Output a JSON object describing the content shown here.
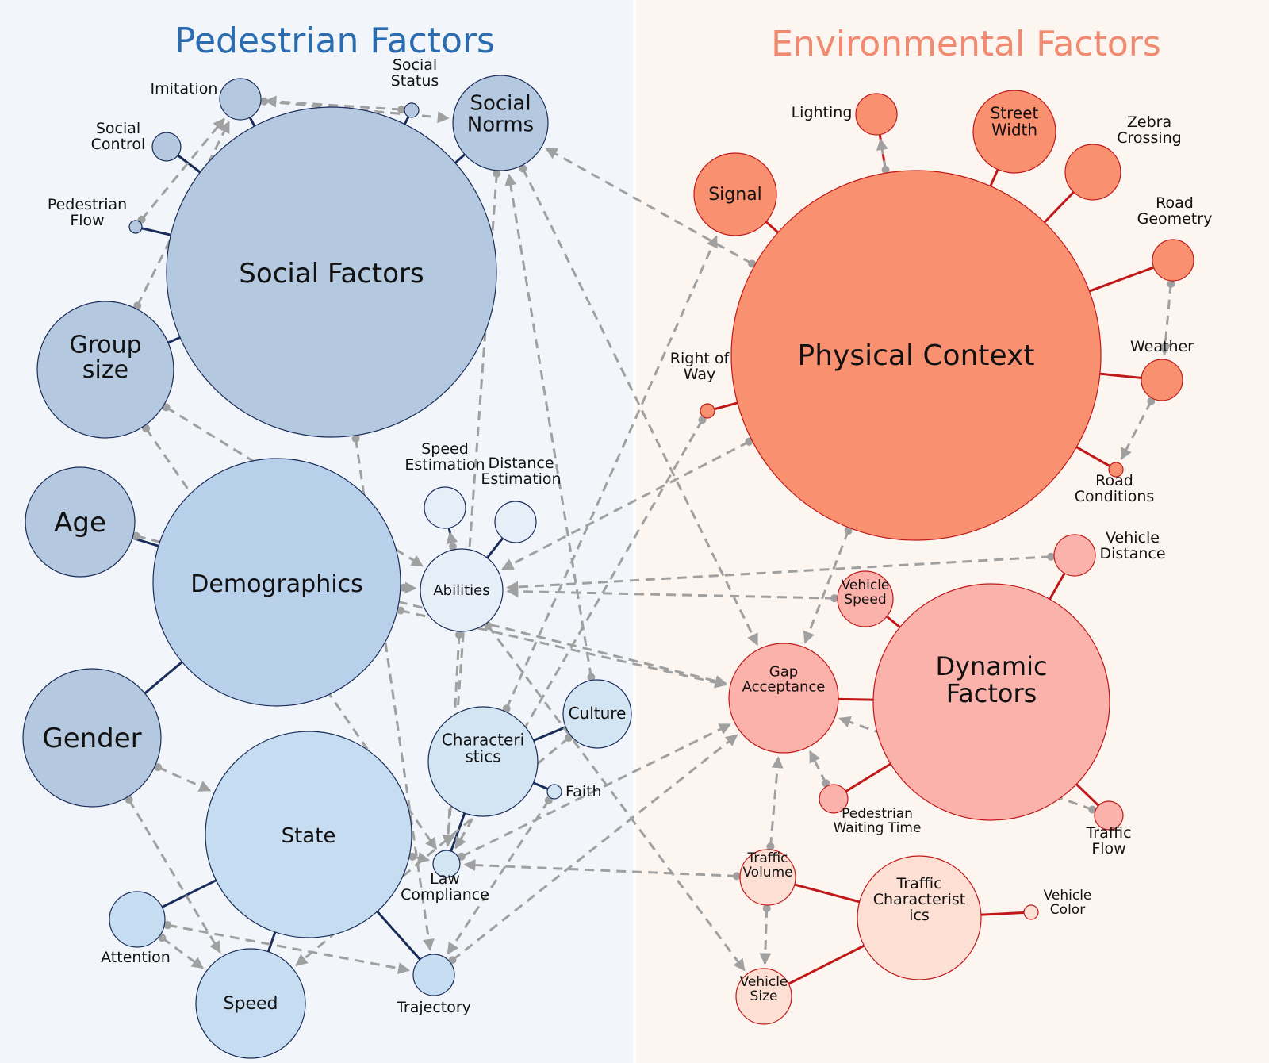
{
  "panels": {
    "pedestrian": {
      "title": "Pedestrian Factors",
      "title_color": "#2b6cb0",
      "background": "#f2f6fa"
    },
    "environmental": {
      "title": "Environmental Factors",
      "title_color": "#f08a70",
      "background": "#fdf5f0"
    }
  },
  "colors": {
    "ped_social": "#b4c8e0",
    "ped_demographics": "#b9d0ea",
    "ped_state": "#c6dcf0",
    "ped_abilities": "#e6eef7",
    "ped_characteristics": "#d3e4f2",
    "ped_stroke": "#1a2c5a",
    "env_physical": "#f9906f",
    "env_dynamic": "#fbb2ab",
    "env_traffic": "#fde0d3",
    "env_stroke": "#c01818",
    "edge_dashed": "#a0a0a0"
  },
  "nodes": [
    {
      "id": "social_factors",
      "label": "Social Factors",
      "group": "ped_social"
    },
    {
      "id": "imitation",
      "label": "Imitation",
      "group": "ped_social"
    },
    {
      "id": "social_status",
      "label": "Social Status",
      "group": "ped_social"
    },
    {
      "id": "social_norms",
      "label": "Social Norms",
      "group": "ped_social"
    },
    {
      "id": "social_control",
      "label": "Social Control",
      "group": "ped_social"
    },
    {
      "id": "pedestrian_flow",
      "label": "Pedestrian Flow",
      "group": "ped_social"
    },
    {
      "id": "group_size",
      "label": "Group size",
      "group": "ped_social"
    },
    {
      "id": "demographics",
      "label": "Demographics",
      "group": "ped_demographics"
    },
    {
      "id": "age",
      "label": "Age",
      "group": "ped_social"
    },
    {
      "id": "gender",
      "label": "Gender",
      "group": "ped_social"
    },
    {
      "id": "state",
      "label": "State",
      "group": "ped_state"
    },
    {
      "id": "attention",
      "label": "Attention",
      "group": "ped_state"
    },
    {
      "id": "speed",
      "label": "Speed",
      "group": "ped_state"
    },
    {
      "id": "trajectory",
      "label": "Trajectory",
      "group": "ped_state"
    },
    {
      "id": "abilities",
      "label": "Abilities",
      "group": "ped_abilities"
    },
    {
      "id": "speed_estimation",
      "label": "Speed Estimation",
      "group": "ped_abilities"
    },
    {
      "id": "distance_estimation",
      "label": "Distance Estimation",
      "group": "ped_abilities"
    },
    {
      "id": "characteristics",
      "label": "Characteristics",
      "group": "ped_characteristics"
    },
    {
      "id": "culture",
      "label": "Culture",
      "group": "ped_characteristics"
    },
    {
      "id": "faith",
      "label": "Faith",
      "group": "ped_characteristics"
    },
    {
      "id": "law_compliance",
      "label": "Law Compliance",
      "group": "ped_characteristics"
    },
    {
      "id": "physical_context",
      "label": "Physical Context",
      "group": "env_physical"
    },
    {
      "id": "lighting",
      "label": "Lighting",
      "group": "env_physical"
    },
    {
      "id": "street_width",
      "label": "Street Width",
      "group": "env_physical"
    },
    {
      "id": "zebra_crossing",
      "label": "Zebra Crossing",
      "group": "env_physical"
    },
    {
      "id": "signal",
      "label": "Signal",
      "group": "env_physical"
    },
    {
      "id": "road_geometry",
      "label": "Road Geometry",
      "group": "env_physical"
    },
    {
      "id": "weather",
      "label": "Weather",
      "group": "env_physical"
    },
    {
      "id": "right_of_way",
      "label": "Right of Way",
      "group": "env_physical"
    },
    {
      "id": "road_conditions",
      "label": "Road Conditions",
      "group": "env_physical"
    },
    {
      "id": "dynamic_factors",
      "label": "Dynamic Factors",
      "group": "env_dynamic"
    },
    {
      "id": "vehicle_distance",
      "label": "Vehicle Distance",
      "group": "env_dynamic"
    },
    {
      "id": "vehicle_speed",
      "label": "Vehicle Speed",
      "group": "env_dynamic"
    },
    {
      "id": "gap_acceptance",
      "label": "Gap Acceptance",
      "group": "env_dynamic"
    },
    {
      "id": "pedestrian_waiting_time",
      "label": "Pedestrian Waiting Time",
      "group": "env_dynamic"
    },
    {
      "id": "traffic_flow",
      "label": "Traffic Flow",
      "group": "env_dynamic"
    },
    {
      "id": "traffic_volume",
      "label": "Traffic Volume",
      "group": "env_traffic"
    },
    {
      "id": "traffic_characteristics",
      "label": "Traffic Characteristics",
      "group": "env_traffic"
    },
    {
      "id": "vehicle_color",
      "label": "Vehicle Color",
      "group": "env_traffic"
    },
    {
      "id": "vehicle_size",
      "label": "Vehicle Size",
      "group": "env_traffic"
    }
  ],
  "hierarchy_links": [
    [
      "social_factors",
      "imitation"
    ],
    [
      "social_factors",
      "social_status"
    ],
    [
      "social_factors",
      "social_norms"
    ],
    [
      "social_factors",
      "social_control"
    ],
    [
      "social_factors",
      "pedestrian_flow"
    ],
    [
      "social_factors",
      "group_size"
    ],
    [
      "demographics",
      "age"
    ],
    [
      "demographics",
      "gender"
    ],
    [
      "state",
      "attention"
    ],
    [
      "state",
      "speed"
    ],
    [
      "state",
      "trajectory"
    ],
    [
      "abilities",
      "speed_estimation"
    ],
    [
      "abilities",
      "distance_estimation"
    ],
    [
      "characteristics",
      "culture"
    ],
    [
      "characteristics",
      "faith"
    ],
    [
      "characteristics",
      "law_compliance"
    ],
    [
      "physical_context",
      "lighting"
    ],
    [
      "physical_context",
      "street_width"
    ],
    [
      "physical_context",
      "zebra_crossing"
    ],
    [
      "physical_context",
      "signal"
    ],
    [
      "physical_context",
      "road_geometry"
    ],
    [
      "physical_context",
      "weather"
    ],
    [
      "physical_context",
      "right_of_way"
    ],
    [
      "physical_context",
      "road_conditions"
    ],
    [
      "dynamic_factors",
      "vehicle_distance"
    ],
    [
      "dynamic_factors",
      "vehicle_speed"
    ],
    [
      "dynamic_factors",
      "gap_acceptance"
    ],
    [
      "dynamic_factors",
      "pedestrian_waiting_time"
    ],
    [
      "dynamic_factors",
      "traffic_flow"
    ],
    [
      "traffic_characteristics",
      "traffic_volume"
    ],
    [
      "traffic_characteristics",
      "vehicle_color"
    ],
    [
      "traffic_characteristics",
      "vehicle_size"
    ]
  ],
  "influence_links": [
    [
      "social_status",
      "imitation"
    ],
    [
      "imitation",
      "social_norms"
    ],
    [
      "pedestrian_flow",
      "imitation"
    ],
    [
      "group_size",
      "imitation"
    ],
    [
      "group_size",
      "abilities"
    ],
    [
      "social_norms",
      "law_compliance"
    ],
    [
      "social_norms",
      "gap_acceptance"
    ],
    [
      "physical_context",
      "social_norms"
    ],
    [
      "physical_context",
      "lighting"
    ],
    [
      "weather",
      "road_conditions"
    ],
    [
      "road_geometry",
      "weather"
    ],
    [
      "physical_context",
      "abilities"
    ],
    [
      "vehicle_distance",
      "abilities"
    ],
    [
      "vehicle_speed",
      "abilities"
    ],
    [
      "physical_context",
      "gap_acceptance"
    ],
    [
      "abilities",
      "speed_estimation"
    ],
    [
      "demographics",
      "abilities"
    ],
    [
      "demographics",
      "gap_acceptance"
    ],
    [
      "age",
      "gap_acceptance"
    ],
    [
      "gender",
      "state"
    ],
    [
      "gender",
      "speed"
    ],
    [
      "state",
      "law_compliance"
    ],
    [
      "abilities",
      "law_compliance"
    ],
    [
      "abilities",
      "vehicle_size"
    ],
    [
      "culture",
      "social_norms"
    ],
    [
      "culture",
      "speed"
    ],
    [
      "characteristics",
      "signal"
    ],
    [
      "right_of_way",
      "law_compliance"
    ],
    [
      "traffic_volume",
      "law_compliance"
    ],
    [
      "traffic_volume",
      "gap_acceptance"
    ],
    [
      "traffic_volume",
      "vehicle_size"
    ],
    [
      "pedestrian_waiting_time",
      "gap_acceptance"
    ],
    [
      "traffic_flow",
      "gap_acceptance"
    ],
    [
      "law_compliance",
      "gap_acceptance"
    ],
    [
      "trajectory",
      "gap_acceptance"
    ],
    [
      "attention",
      "trajectory"
    ],
    [
      "attention",
      "speed"
    ],
    [
      "faith",
      "trajectory"
    ],
    [
      "group_size",
      "law_compliance"
    ],
    [
      "social_factors",
      "trajectory"
    ]
  ]
}
